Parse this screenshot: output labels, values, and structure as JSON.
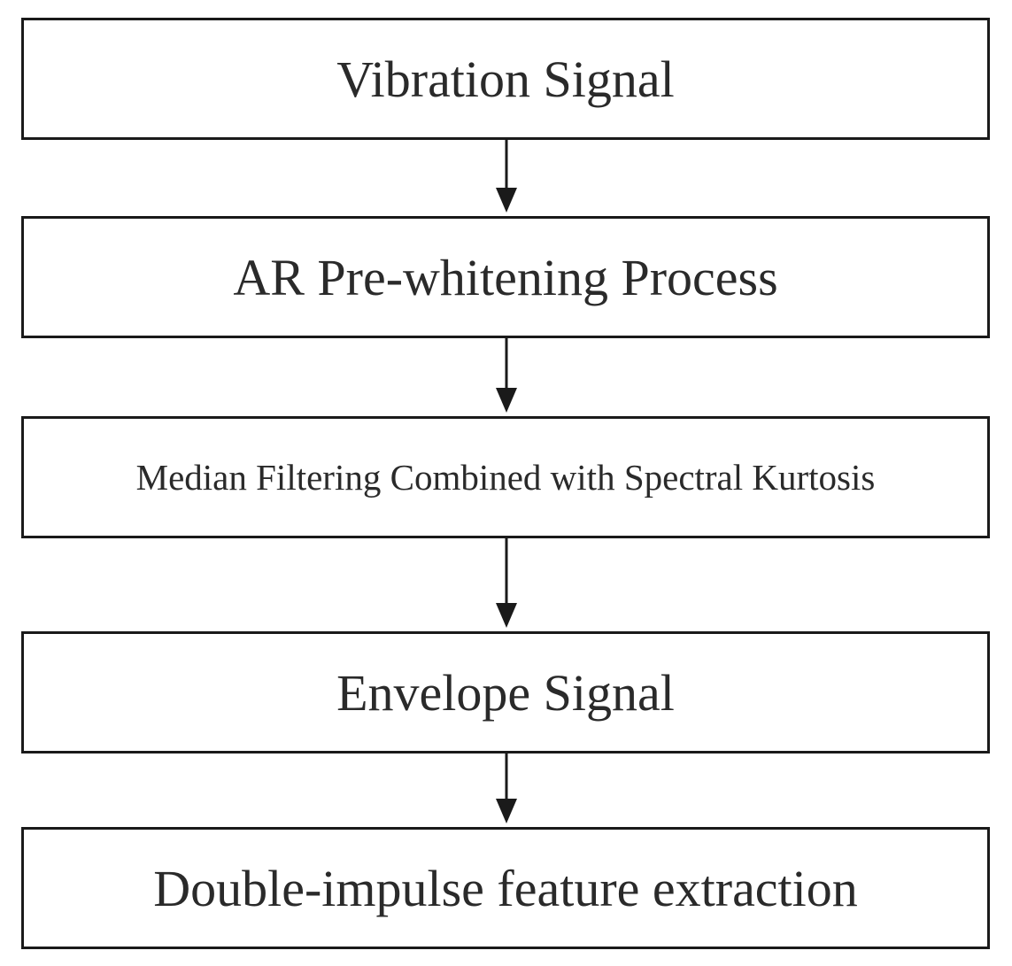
{
  "diagram": {
    "steps": [
      {
        "label": "Vibration Signal"
      },
      {
        "label": "AR Pre-whitening Process"
      },
      {
        "label": "Median Filtering Combined with Spectral Kurtosis"
      },
      {
        "label": "Envelope Signal"
      },
      {
        "label": "Double-impulse feature extraction"
      }
    ]
  }
}
